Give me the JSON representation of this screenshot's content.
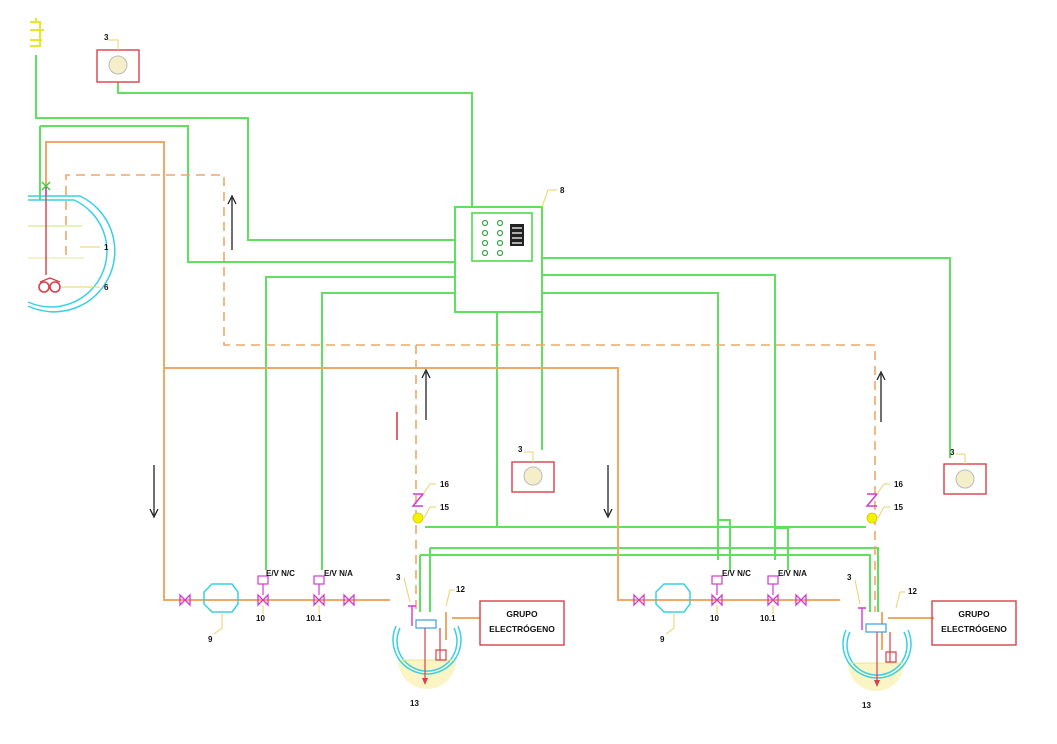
{
  "labels": {
    "sensor_tl": "3",
    "sensor_mid": "3",
    "sensor_right": "3",
    "panel": "8",
    "tank_main": "1",
    "pump": "6",
    "filter_left": "9",
    "filter_right": "9",
    "valve_nc_left_num": "10",
    "valve_na_left_num": "10.1",
    "valve_nc_right_num": "10",
    "valve_na_right_num": "10.1",
    "valve_nc_left": "E/V N/C",
    "valve_na_left": "E/V N/A",
    "valve_nc_right": "E/V N/C",
    "valve_na_right": "E/V N/A",
    "vent_left_16": "16",
    "vent_left_15": "15",
    "vent_right_16": "16",
    "vent_right_15": "15",
    "daytank_left_3": "3",
    "daytank_left_12": "12",
    "daytank_left_13": "13",
    "daytank_right_3": "3",
    "daytank_right_12": "12",
    "daytank_right_13": "13",
    "gen_left_line1": "GRUPO",
    "gen_left_line2": "ELECTRÓGENO",
    "gen_right_line1": "GRUPO",
    "gen_right_line2": "ELECTRÓGENO"
  },
  "colors": {
    "signal_line": "#5fe05f",
    "fuel_line": "#f0a867",
    "equipment": "#d9414a",
    "tank": "#39d0e6",
    "valve": "#d23ad2",
    "tag": "#f2f200"
  }
}
